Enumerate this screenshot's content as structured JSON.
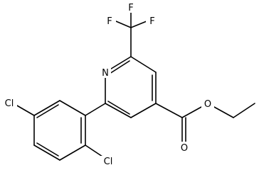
{
  "atoms": {
    "pyridine_n": "N",
    "fluorine_top": "F",
    "fluorine_left": "F",
    "fluorine_right": "F",
    "carbonyl_o": "O",
    "ester_o": "O",
    "chlorine_5": "Cl",
    "chlorine_2": "Cl"
  }
}
